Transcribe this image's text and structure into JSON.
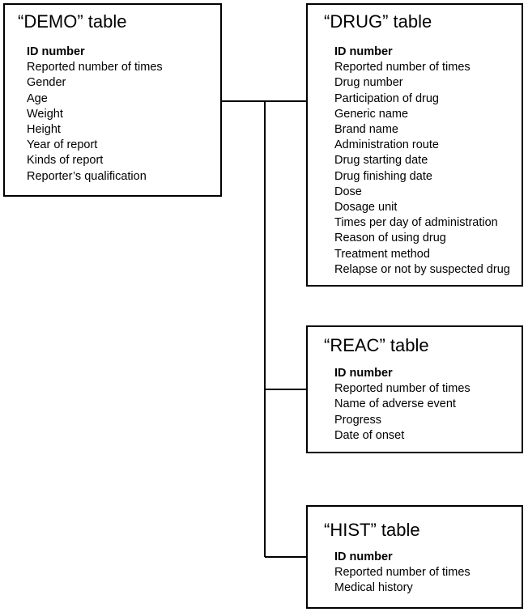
{
  "tables": [
    {
      "id": "demo",
      "title": "“DEMO” table",
      "fields": [
        "ID number",
        "Reported number of times",
        "Gender",
        "Age",
        "Weight",
        "Height",
        "Year of report",
        "Kinds of report",
        "Reporter’s qualification"
      ]
    },
    {
      "id": "drug",
      "title": "“DRUG” table",
      "fields": [
        "ID number",
        "Reported number of times",
        "Drug number",
        "Participation of drug",
        "Generic name",
        "Brand name",
        "Administration route",
        "Drug starting date",
        "Drug finishing date",
        "Dose",
        "Dosage unit",
        "Times per day of administration",
        "Reason of using drug",
        "Treatment method",
        "Relapse or not by suspected drug"
      ]
    },
    {
      "id": "reac",
      "title": "“REAC” table",
      "fields": [
        "ID number",
        "Reported number of times",
        "Name of adverse event",
        "Progress",
        "Date of onset"
      ]
    },
    {
      "id": "hist",
      "title": "“HIST” table",
      "fields": [
        "ID number",
        "Reported number of times",
        "Medical history"
      ]
    }
  ],
  "key_field": "ID number"
}
